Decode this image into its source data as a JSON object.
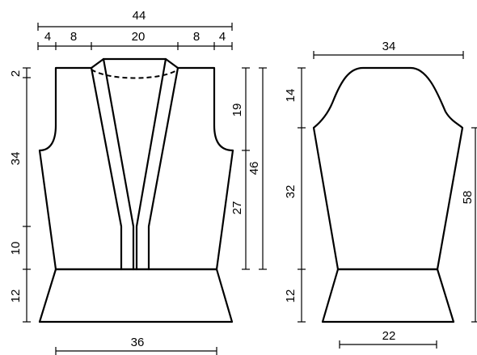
{
  "body_piece": {
    "width_total": "44",
    "shoulder_left": "4",
    "shoulder_left_inner": "8",
    "neck": "20",
    "shoulder_right_inner": "8",
    "shoulder_right": "4",
    "shoulder_drop": "2",
    "side_length": "34",
    "hem_rise": "10",
    "band_height": "12",
    "neck_depth": "19",
    "v_depth": "27",
    "front_length": "46",
    "hem_width": "36"
  },
  "sleeve_piece": {
    "top_width": "34",
    "cap_height": "14",
    "underarm_length": "32",
    "cuff_height": "12",
    "total_length": "58",
    "cuff_width": "22"
  }
}
